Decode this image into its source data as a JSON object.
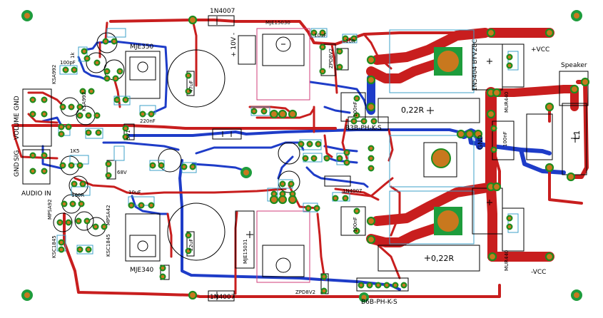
{
  "board": {
    "colors": {
      "top_trace": "#c81e1e",
      "bottom_trace": "#1e3cc8",
      "pad_ring": "#1e8c1e",
      "pad_fill": "#c8781e",
      "mounting_hole": "#1e9c3c",
      "silkscreen": "#000000"
    },
    "connectors": {
      "volume_gnd": "GND",
      "volume": "VOLUME",
      "audio_gnd": "GND",
      "audio_sig": "SIG",
      "audio_in": "AUDIO IN",
      "speaker": "Speaker",
      "plus_vcc": "+VCC",
      "minus_vcc": "-VCC",
      "gnd_main": "GND",
      "l1": "L1",
      "plus_10v": "+ 10V -"
    },
    "parts": {
      "diode_top": "1N4007",
      "diode_bottom": "1N4007",
      "diode_mid": "1N4007",
      "mje15030": "MJE15030",
      "mje15031": "MJE15031",
      "mje350": "MJE350",
      "mje340": "MJE340",
      "zpd_top": "ZPD8V2",
      "zpd_bottom": "ZPD8V2",
      "rect_diode": "1N5404 BYV28C",
      "mur_top": "MUR440",
      "mur_bottom": "MUR440",
      "r022_top": "0,22R",
      "r022_bottom": "0,22R",
      "conn_top": "B3B-PH-K-S",
      "conn_bottom": "B6B-PH-K-S",
      "ksa992": "KSA992",
      "ksa992_b": "KSA992",
      "ksc1845": "KSC1845",
      "ksc1845_b": "KSC1845",
      "mpsa92": "MPSA92",
      "mpsa42": "MPSA42",
      "c100nf_top": "100nF",
      "c100nf_mid": "100nF",
      "c100nf_bottom": "100nF",
      "c220": "220nF",
      "c10uf_a": "10uF",
      "c10uf_b": "10uF",
      "c100pf": "100pF",
      "c1k": "1k",
      "c5v1": "5V1",
      "c68v": "68V",
      "c47u": "47uF",
      "c22": "22uF",
      "r1k5": "1K5",
      "r100r": "100R",
      "r10r": "10R"
    }
  }
}
